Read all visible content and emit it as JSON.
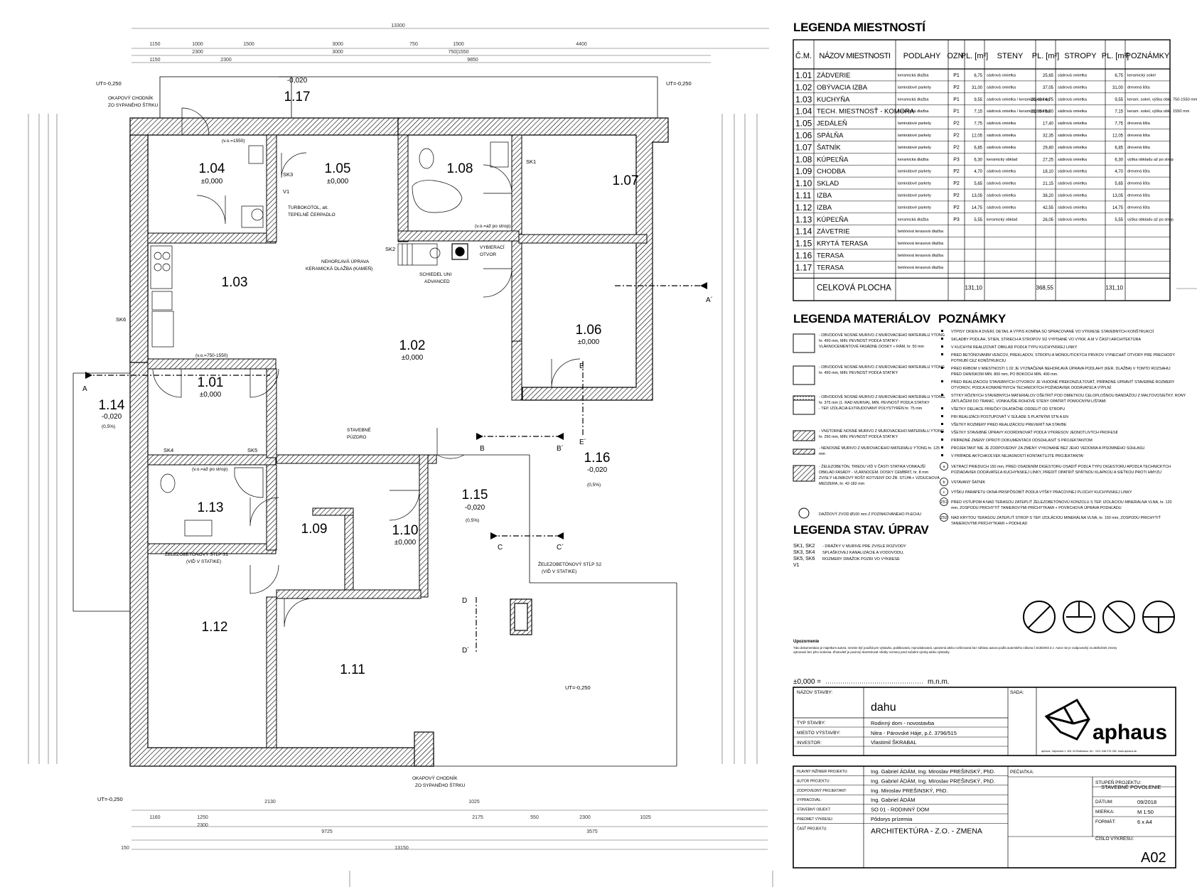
{
  "rooms": [
    {
      "num": "1.04",
      "lvl": "±0,000"
    },
    {
      "num": "1.05",
      "lvl": "±0,000"
    },
    {
      "num": "1.08",
      "lvl": ""
    },
    {
      "num": "1.07",
      "lvl": ""
    },
    {
      "num": "1.03",
      "lvl": ""
    },
    {
      "num": "1.02",
      "lvl": "±0,000"
    },
    {
      "num": "1.06",
      "lvl": "±0,000"
    },
    {
      "num": "1.01",
      "lvl": "±0,000"
    },
    {
      "num": "1.14",
      "lvl": "-0,020"
    },
    {
      "num": "1.13",
      "lvl": ""
    },
    {
      "num": "1.09",
      "lvl": ""
    },
    {
      "num": "1.10",
      "lvl": "±0,000"
    },
    {
      "num": "1.15",
      "lvl": "-0,020"
    },
    {
      "num": "1.16",
      "lvl": "-0,020"
    },
    {
      "num": "1.12",
      "lvl": ""
    },
    {
      "num": "1.11",
      "lvl": ""
    },
    {
      "num": "1.17",
      "lvl": "-0,020"
    }
  ],
  "plan_labels": {
    "ut_tl": "UT=-0,250",
    "ut_tr": "UT=-0,250",
    "ut_bl": "UT=-0,250",
    "ut_br": "UT=-0,250",
    "okap_top": "OKAPOVÝ CHODNÍK",
    "okap_top2": "ZO SYPANÉHO ŠTRKU",
    "okap_bot": "OKAPOVÝ CHODNÍK",
    "okap_bot2": "ZO SYPANÉHO ŠTRKU",
    "turbo": "TURBOKOTOL, alt.",
    "turbo2": "TEPELNÉ ČERPADLO",
    "nehor": "NEHORĽAVÁ ÚPRAVA",
    "nehor2": "KERAMICKÁ DLAŽBA (KAMEŇ)",
    "schiedel": "SCHIEDEL UNI",
    "schiedel2": "ADVANCED",
    "vybierat": "VYBIERACÍ",
    "vybierat2": "OTVOR",
    "puzdro": "STAVEBNÉ",
    "puzdro2": "PÚZDRO",
    "stlp1": "ŽELEZOBETÓNOVÝ STĹP S1",
    "stlp1b": "(VIĎ V STATIKE)",
    "stlp2": "ŽELEZOBETÓNOVÝ STĹP S2",
    "stlp2b": "(VIĎ V STATIKE)",
    "vo1": "(v.o.=1550)",
    "vo2": "(v.o.=750-1550)",
    "vo3": "(v.o.=až po strop)",
    "vo4": "(v.o.=až po strop)",
    "sk1": "SK1",
    "sk2": "SK2",
    "sk3": "SK3",
    "sk4": "SK4",
    "sk5": "SK5",
    "sk6": "SK6",
    "v1": "V1",
    "A": "A",
    "A2": "A´",
    "B": "B",
    "B2": "B´",
    "C": "C",
    "C2": "C´",
    "D": "D",
    "D2": "D´",
    "E": "E",
    "E2": "E´",
    "pct1": "(0,5%)",
    "pct2": "(0,5%)",
    "pct3": "(0,5%)"
  },
  "dims_top": [
    "13300",
    "1150",
    "1000",
    "1500",
    "3000",
    "750",
    "1500",
    "4400",
    "2300",
    "3000",
    "750|1550",
    "1150",
    "2300",
    "9850"
  ],
  "dims_bot": [
    "1160",
    "1250",
    "2130",
    "1025",
    "2175",
    "550",
    "2300",
    "1025",
    "2300",
    "9725",
    "3575",
    "13150",
    "150"
  ],
  "legend_rooms": {
    "title": "LEGENDA MIESTNOSTÍ",
    "headers": [
      "Č.M.",
      "NÁZOV MIESTNOSTI",
      "PODLAHY",
      "OZN.",
      "PL. [m²]",
      "STENY",
      "PL. [m²]",
      "STROPY",
      "PL. [m²]",
      "POZNÁMKY"
    ],
    "rows": [
      [
        "1.01",
        "ZÁDVERIE",
        "keramická dlažba",
        "P1",
        "6,75",
        "sádrová omietka",
        "25,65",
        "sádrová omietka",
        "6,75",
        "keramický sokel"
      ],
      [
        "1.02",
        "OBÝVACIA IZBA",
        "laminátové parkety",
        "P2",
        "31,00",
        "sádrová omietka",
        "37,05",
        "sádrová omietka",
        "31,00",
        "drevená lišta"
      ],
      [
        "1.03",
        "KUCHYŇA",
        "keramická dlažba",
        "P1",
        "9,55",
        "sádrová omietka / keramický obklad",
        "20,40 / 4,75",
        "sádrová omietka",
        "9,55",
        "keram. sokel, výška obkl. 750-1550 mm"
      ],
      [
        "1.04",
        "TECH. MIESTNOSŤ - KOMORA",
        "keramická dlažba",
        "P1",
        "7,15",
        "sádrová omietka / keramický obklad",
        "22,05 / 5,80",
        "sádrová omietka",
        "7,15",
        "keram. sokel, výška obkl. 1550 mm"
      ],
      [
        "1.05",
        "JEDÁLEŇ",
        "laminátové parkety",
        "P2",
        "7,75",
        "sádrová omietka",
        "17,40",
        "sádrová omietka",
        "7,75",
        "drevená lišta"
      ],
      [
        "1.06",
        "SPÁLŇA",
        "laminátové parkety",
        "P2",
        "12,05",
        "sádrová omietka",
        "32,35",
        "sádrová omietka",
        "12,05",
        "drevená lišta"
      ],
      [
        "1.07",
        "ŠATNÍK",
        "laminátové parkety",
        "P2",
        "6,85",
        "sádrová omietka",
        "29,80",
        "sádrová omietka",
        "6,85",
        "drevená lišta"
      ],
      [
        "1.08",
        "KÚPEĽŇA",
        "keramická dlažba",
        "P3",
        "6,30",
        "keramický obklad",
        "27,25",
        "sádrová omietka",
        "6,30",
        "výška obkladu až po strop"
      ],
      [
        "1.09",
        "CHODBA",
        "laminátové parkety",
        "P2",
        "4,70",
        "sádrová omietka",
        "18,10",
        "sádrová omietka",
        "4,70",
        "drevená lišta"
      ],
      [
        "1.10",
        "SKLAD",
        "laminátové parkety",
        "P2",
        "5,65",
        "sádrová omietka",
        "21,15",
        "sádrová omietka",
        "5,65",
        "drevená lišta"
      ],
      [
        "1.11",
        "IZBA",
        "laminátové parkety",
        "P2",
        "13,05",
        "sádrová omietka",
        "38,20",
        "sádrová omietka",
        "13,05",
        "drevená lišta"
      ],
      [
        "1.12",
        "IZBA",
        "laminátové parkety",
        "P2",
        "14,75",
        "sádrová omietka",
        "42,55",
        "sádrová omietka",
        "14,75",
        "drevená lišta"
      ],
      [
        "1.13",
        "KÚPEĽŇA",
        "keramická dlažba",
        "P3",
        "5,55",
        "keramický obklad",
        "26,05",
        "sádrová omietka",
        "5,55",
        "výška obkladu až po strop"
      ],
      [
        "1.14",
        "ZÁVETRIE",
        "betónová terasová dlažba",
        "",
        "",
        "",
        "",
        "",
        "",
        ""
      ],
      [
        "1.15",
        "KRYTÁ TERASA",
        "betónová terasová dlažba",
        "",
        "",
        "",
        "",
        "",
        "",
        ""
      ],
      [
        "1.16",
        "TERASA",
        "betónová terasová dlažba",
        "",
        "",
        "",
        "",
        "",
        "",
        ""
      ],
      [
        "1.17",
        "TERASA",
        "betónová terasová dlažba",
        "",
        "",
        "",
        "",
        "",
        "",
        ""
      ]
    ],
    "total_label": "CELKOVÁ PLOCHA",
    "total_floor": "131,10",
    "total_wall": "368,55",
    "total_ceil": "131,10"
  },
  "legend_mat": {
    "title": "LEGENDA MATERIÁLOV",
    "items": [
      "- OBVODOVÉ NOSNÉ MURIVO Z MUROVACIEHO MATERIÁLU YTONG hr. 450 mm, MIN. PEVNOSŤ PODĽA STATIKY - VLÁKNOCEMENTOVÉ FASÁDNE DOSKY + RÁM, hr. 50 mm",
      "- OBVODOVÉ NOSNÉ MURIVO Z MUROVACIEHO MATERIÁLU YTONG hr. 450 mm, MIN. PEVNOSŤ PODĽA STATIKY",
      "- OBVODOVÉ NOSNÉ MURIVO Z MUROVACIEHO MATERIÁLU YTONG, hr. 375 mm (1. RAD MURIVA), MIN. PEVNOSŤ PODĽA STATIKY - TEP. IZOLÁCIA EXTRUDOVANÝ POLYSTYRÉN hr. 75 mm",
      "- VNÚTORNÉ NOSNÉ MURIVO Z MUROVACIEHO MATERIÁLU YTONG hr. 250 mm, MIN. PEVNOSŤ PODĽA STATIKY",
      "- NENOSNÉ MURIVO Z MUROVACIEHO MATERIÁLU YTONG hr. 125 mm",
      "- ŽELEZOBETÓN, TRIEDU VIĎ V ČASTI STATIKA VONKAJŠÍ OBKLAD FASÁDY - VLÁKNOCEM. DOSKY CEMBRIT, hr. 8 mm ZVISLÝ HLINÍKOVÝ ROŠT KOTVENÝ DO ŽB. STĹPA + VZDUCHOVÁ MEDZERA, hr. 42-182 mm",
      "DAŽĎOVÝ ZVOD Ø100 mm Z POZINKOVANÉHO PLECHU"
    ]
  },
  "legend_upravy": {
    "title": "LEGENDA STAV. ÚPRAV",
    "codes": "SK1, SK2 SK3, SK4 SK5, SK6 V1",
    "text": "- DRÁŽKY V MURIVE PRE ZVISLÉ ROZVODY SPLAŠKOVEJ KANALIZÁCIE A VODOVODU, ROZMERY DRÁŽOK POZRI VO VÝKRESE"
  },
  "poznamky": {
    "title": "POZNÁMKY",
    "lines": [
      "VÝPISY OKIEN A DVERÍ, DETAIL A VÝPIS KOMÍNA SÚ SPRACOVANÉ VO VÝKRESE STAVEBNÝCH KONŠTRUKCIÍ",
      "SKLADBY PODLÁH, STIEN, STRIECH A STROPOV SÚ VYPÍSANÉ VO VÝKR. A.M V ČASTI ARCHITEKTÚRA",
      "V KUCHYNI REALIZOVAŤ OBKLAD PODĽA TYPU KUCHYNSKEJ LINKY",
      "PRED BETÓNOVANÍM VENCOV, PREKLADOV, STROPU A MONOLITICKÝCH PRVKOV VYNECHAŤ OTVORY PRE PRECHODY POTRUBÍ CEZ KONŠTRUKCIU",
      "PRED KRBOM V MIESTNOSTI 1.02 JE VYZNAČENÁ NEHORĽAVÁ ÚPRAVA PODLAHY (KER. DLAŽBA) V TOMTO ROZSAHU: PRED OHNISKOM MIN. 800 mm, PO BOKOCH MIN. 400 mm.",
      "PRED REALIZÁCIOU STAVEBNÝCH OTVOROV JE VHODNÉ PREKONZULTOVAŤ, PRÍPADNE UPRAVIŤ STAVEBNÉ ROZMERY OTVOROV, PODĽA KONKRÉTNYCH TECHNICKÝCH POŽIADAVIEK DODÁVATEĽA VÝPLNÍ",
      "STYKY RÔZNYCH STAVEBNÝCH MATERIÁLOV OŠETRIŤ POD OMIETKOU CELOPLOŠNOU BANDÁŽOU Z MALTOVOSIEŤKY. RONY ZATLAČENÍ DO TRANIC, VONKAJŠIE ROHOVÉ STENY OPATRIŤ POMOCNÝM LIŠTAMI",
      "VŠETKY DELIACE PRIEČKY DILATAČNE ODDELIŤ OD STROPU",
      "PRI REALIZÁCII POSTUPOVAŤ V SÚLADE S PLATNÝMI STN A EN",
      "VŠETKY ROZMERY PRED REALIZÁCIOU PREVERIŤ NA STAVBE",
      "VŠETKY STAVEBNÉ ÚPRAVY KOORDINOVAŤ PODĽA VÝKRESOV JEDNOTLIVÝCH PROFESIÍ",
      "PRÍPADNÉ ZMENY OPROTI DOKUMENTÁCII ODSÚHLASIŤ S PROJEKTANTOM",
      "PROJEKTANT NIE JE ZODPOVEDNÝ ZA ZMENY VYKONANÉ BEZ JEHO VEDOMIA A PÍSOMNÉHO SÚHLASU",
      "V PRÍPADE AKÝCHKOĽVEK NEJASNOSTÍ KONTAKTUJTE PROJEKTANTA!"
    ],
    "marks": [
      {
        "k": "a",
        "t": "VETRACÍ PRIEDUCH 150 mm, PRED OSADENÍM DIGESTORU OSADIŤ PODĽA TYPU DIGESTORU APODĽA TECHNICKÝCH POŽIADAVIEK DODÁVATEĽA KUCHYNSKEJ LINKY, PREDIŤ OPATRIŤ SPÄTNOU KLAPKOU A SIEŤKOU PROTI HMYZU"
      },
      {
        "k": "b",
        "t": "VSTAVANÝ ŠATNÍK"
      },
      {
        "k": "c",
        "t": "VÝŠKU PARAPETU OKNA PRISPÔSOBIŤ PODĽA VÝŠKY PRACOVNEJ PLOCHY KUCHYNSKEJ LINKY"
      },
      {
        "k": "Z51",
        "t": "PRED VSTUPOM A NAD TERASOU ZATEPLIŤ ŽELEZOBETÓNOVÚ KONZOLU S TEP. IZOLÁCIOU MINERÁLNA VLNA, hr. 120 mm, ZOSPODU PRICHYTIŤ TANIEROVÝMI PRÍCHYTKAMI + POVRCHOVÁ ÚPRAVA PODHĽADU"
      },
      {
        "k": "Z52",
        "t": "NAD KRYTOU TERASOU ZATEPLIŤ STROP S TEP. IZOLÁCIOU MINERÁLNA VLNA, hr. 150 mm, ZOSPODU PRICHYTIŤ TANIEROVÝMI PRÍCHYTKAMI + PODHĽAD"
      }
    ]
  },
  "upozornenie": {
    "title": "Upozornenie",
    "text": "Táto dokumentácia je majetkom autora, nesmie byť použitá pre výstavbu, publikovaná, reprodukovaná, upravená alebo rozširovaná bez súhlasu autora podľa autorského zákona č.618/2003 Z.z. Autor nie je zodpovedný za akékoľvek zmeny vykonané bez jeho vedomia. Zhotoviteľ je povinný skontrolovať všetky rozmery pred začatím výroby alebo výstavby."
  },
  "mnm": {
    "label": "±0,000 =",
    "suffix": "m.n.m."
  },
  "title_block": {
    "nazov_stavby_l": "NÁZOV STAVBY:",
    "nazov_stavby": "dahu",
    "sada_l": "SADA:",
    "typ_l": "TYP STAVBY:",
    "typ": "Rodinný dom - novostavba",
    "miesto_l": "MIESTO VÝSTAVBY:",
    "miesto": "Nitra - Párovské Háje, p.č. 3796/515",
    "investor_l": "INVESTOR:",
    "investor": "Vlastimil ŠKRABAL",
    "logo": "aphaus",
    "address": "aphaus, Vajnorská 1, 831 04 Bratislava, tel.: +421 948 276 282, www.aphaus.sk",
    "rows": [
      {
        "l": "HLAVNÝ INŽINIER PROJEKTU:",
        "v": "Ing. Gabriel ÁDÁM, Ing. Miroslav PREŠINSKÝ, PhD."
      },
      {
        "l": "AUTOR PROJEKTU:",
        "v": "Ing. Gabriel ÁDÁM, Ing. Miroslav PREŠINSKÝ, PhD."
      },
      {
        "l": "ZODPOVEDNÝ PROJEKTANT:",
        "v": "Ing. Miroslav PREŠINSKÝ, PhD."
      },
      {
        "l": "VYPRACOVAL:",
        "v": "Ing. Gabriel ÁDÁM"
      },
      {
        "l": "STAVEBNÝ OBJEKT:",
        "v": "SO 01 - RODINNÝ DOM"
      },
      {
        "l": "PREDMET VÝKRESU:",
        "v": "Pôdorys prízemia"
      },
      {
        "l": "ČASŤ PROJEKTU:",
        "v": "ARCHITEKTÚRA - Z.O. - ZMENA"
      }
    ],
    "peciatka_l": "PEČIATKA:",
    "stupen_l": "STUPEŇ PROJEKTU:",
    "stupen": "STAVEBNÉ POVOLENIE",
    "datum_l": "DÁTUM:",
    "datum": "09/2018",
    "mierka_l": "MIERKA:",
    "mierka": "M 1:50",
    "format_l": "FORMÁT:",
    "format": "6 x A4",
    "cislo_l": "ČÍSLO VÝKRESU:",
    "cislo": "A02"
  }
}
